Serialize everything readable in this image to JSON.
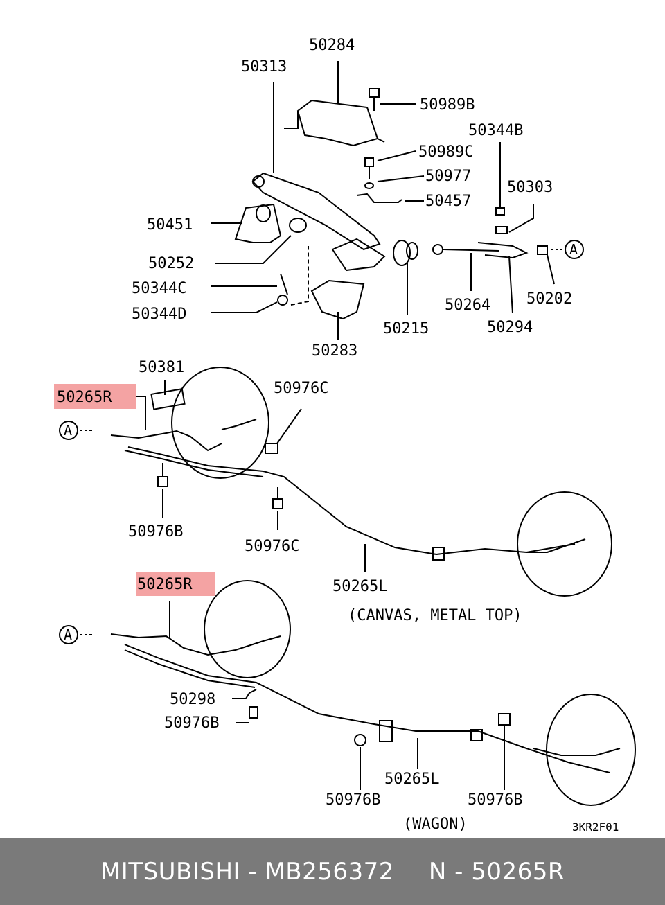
{
  "labels": {
    "p50284": "50284",
    "p50313": "50313",
    "p50989B": "50989B",
    "p50344B": "50344B",
    "p50989C": "50989C",
    "p50977": "50977",
    "p50303": "50303",
    "p50457": "50457",
    "p50451": "50451",
    "p50252": "50252",
    "p50344C": "50344C",
    "p50344D": "50344D",
    "p50264": "50264",
    "p50202": "50202",
    "p50294": "50294",
    "p50215": "50215",
    "p50283": "50283",
    "p50381": "50381",
    "p50265R_a": "50265R",
    "p50976C_a": "50976C",
    "p50976B_a": "50976B",
    "p50976C_b": "50976C",
    "p50265L_a": "50265L",
    "canvas_note": "(CANVAS, METAL TOP)",
    "p50265R_b": "50265R",
    "p50298": "50298",
    "p50976B_b": "50976B",
    "p50976B_c": "50976B",
    "p50265L_b": "50265L",
    "p50976B_d": "50976B",
    "wagon_note": "(WAGON)",
    "ref_a1": "A",
    "ref_a2": "A",
    "ref_a3": "A",
    "diagram_code": "3KR2F01"
  },
  "highlight_color": "#f4a3a3",
  "footer": {
    "brand_part": "MITSUBISHI - MB256372",
    "ref": "N - 50265R"
  }
}
